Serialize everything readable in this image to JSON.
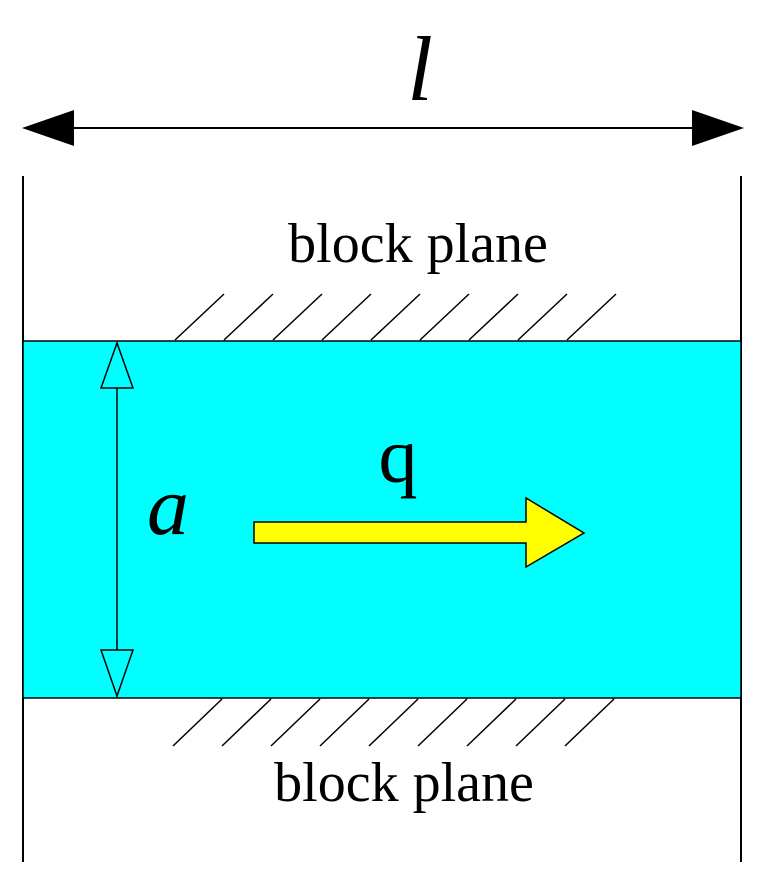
{
  "labels": {
    "length_symbol": "l",
    "height_symbol": "a",
    "flow_symbol": "q",
    "top_plane": "block plane",
    "bottom_plane": "block plane"
  },
  "colors": {
    "channel_fill": "#00FFFF",
    "flow_arrow_fill": "#FFFF00",
    "line": "#000000",
    "background": "#FFFFFF"
  },
  "icons": {
    "length_arrow": "double-headed-arrow",
    "height_arrow": "double-headed-hollow-arrow",
    "flow_arrow": "right-arrow"
  }
}
